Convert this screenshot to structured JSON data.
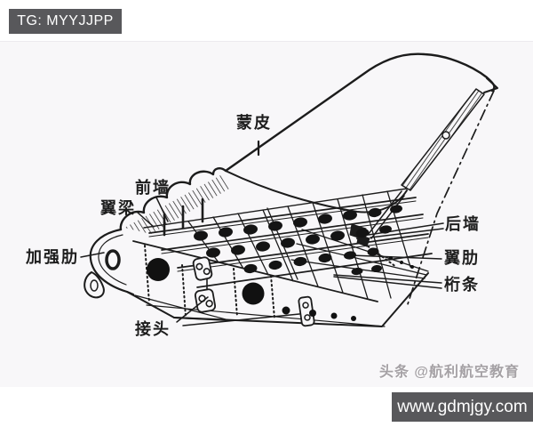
{
  "page": {
    "background": "#ffffff",
    "photo_background": "#f8f7f9",
    "ink_color": "#1c1c1c"
  },
  "tg_banner": {
    "text": "TG: MYYJJPP",
    "bg": "#58585b",
    "fg": "#ffffff"
  },
  "diagram": {
    "type": "aircraft-wing-structure-cutaway",
    "labels": {
      "skin": "蒙皮",
      "front_wall": "前墙",
      "wing_spar": "翼梁",
      "reinforced_rib": "加强肋",
      "joint": "接头",
      "rear_wall": "后墙",
      "wing_rib": "翼肋",
      "stringer": "桁条"
    }
  },
  "watermark": {
    "text": "头条 @航利航空教育",
    "color": "#a5a1a5"
  },
  "footer": {
    "text": "www.gdmjgy.com",
    "bg": "#58585b",
    "fg": "#ffffff"
  }
}
